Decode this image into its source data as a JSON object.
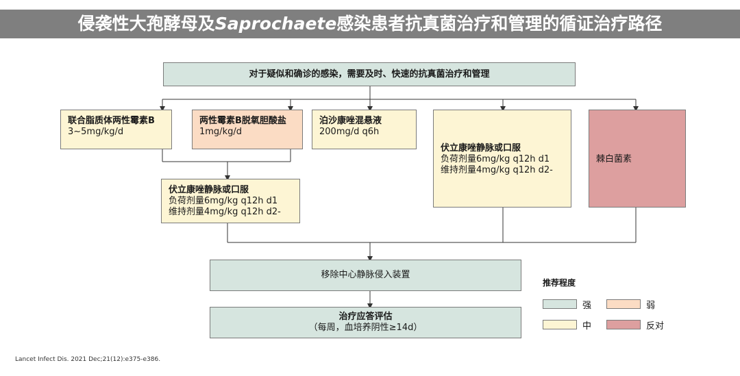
{
  "title": {
    "part1": "侵袭性大孢酵母及",
    "italic": "Saprochaete",
    "part2": "感染患者抗真菌治疗和管理的循证治疗路径"
  },
  "top_box": "对于疑似和确诊的感染，需要及时、快速的抗真菌治疗和管理",
  "boxes": {
    "liposomal": {
      "name": "联合脂质体两性霉素B",
      "dose": "3~5mg/kg/d"
    },
    "deoxycholate": {
      "name": "两性霉素B脱氧胆酸盐",
      "dose": "1mg/kg/d"
    },
    "posaconazole": {
      "name": "泊沙康唑混悬液",
      "dose": "200mg/d q6h"
    },
    "voriconazole_right": {
      "name": "伏立康唑静脉或口服",
      "load": "负荷剂量6mg/kg q12h d1",
      "maint": "维持剂量4mg/kg q12h d2-"
    },
    "echinocandin": {
      "name": "棘白菌素"
    },
    "voriconazole_left": {
      "name": "伏立康唑静脉或口服",
      "load": "负荷剂量6mg/kg q12h d1",
      "maint": "维持剂量4mg/kg q12h d2-"
    }
  },
  "remove_box": "移除中心静脉侵入装置",
  "eval_box": {
    "title": "治疗应答评估",
    "sub": "（每周，血培养阴性≥14d）"
  },
  "legend": {
    "title": "推荐程度",
    "items": [
      {
        "label": "强",
        "color": "#d6e5df"
      },
      {
        "label": "弱",
        "color": "#fbdcc4"
      },
      {
        "label": "中",
        "color": "#fdf5d4"
      },
      {
        "label": "反对",
        "color": "#dd9f9f"
      }
    ]
  },
  "citation": "Lancet Infect Dis. 2021 Dec;21(12):e375-e386."
}
